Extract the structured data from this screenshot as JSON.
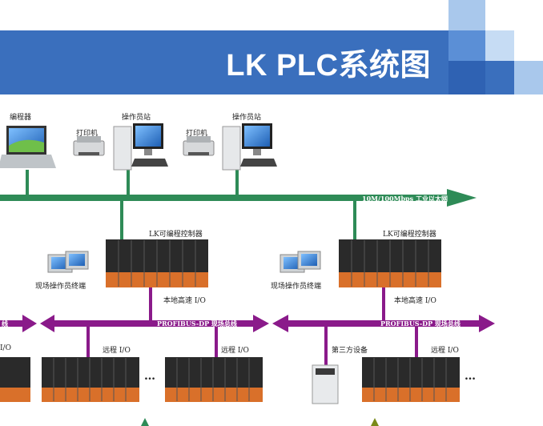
{
  "header": {
    "title": "LK PLC系统图",
    "band_color": "#3a6fbd",
    "accent_colors": [
      "#8fb8e8",
      "#5b8fd6",
      "#b9d3f0",
      "#2f62b3"
    ]
  },
  "diagram": {
    "ethernet_label": "10M/100Mbps 工业以太网",
    "ethernet_color": "#2e8b57",
    "profibus_label": "PROFIBUS-DP 现场总线",
    "profibus_label_left": "线",
    "profibus_color": "#8a1a8a",
    "top_devices": {
      "programmer": "编程器",
      "printer_1": "打印机",
      "station_1": "操作员站",
      "printer_2": "打印机",
      "station_2": "操作员站"
    },
    "controller_1": {
      "label": "LK可编程控制器",
      "local_io": "本地高速 I/O",
      "terminal": "现场操作员终端"
    },
    "controller_2": {
      "label": "LK可编程控制器",
      "local_io": "本地高速 I/O",
      "terminal": "现场操作员终端"
    },
    "remote": {
      "left_partial": "I/O",
      "remote_1": "远程 I/O",
      "remote_2": "远程 I/O",
      "third_party": "第三方设备",
      "remote_3": "远程 I/O",
      "ellipsis_1": "…",
      "ellipsis_2": "…"
    },
    "colors": {
      "rack": "#2a2a2a",
      "rack_orange": "#d9702a",
      "screen": "#2c7dd6",
      "device_grey": "#cfd3d6"
    }
  }
}
